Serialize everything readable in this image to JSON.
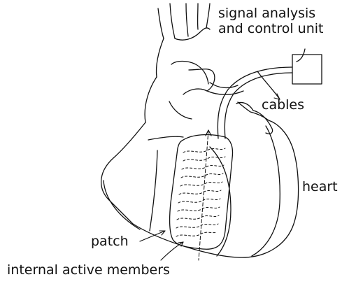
{
  "labels": {
    "signal_unit_line1": "signal analysis",
    "signal_unit_line2": "and control unit",
    "cables": "cables",
    "heart": "heart",
    "patch": "patch",
    "internal_members": "internal active members"
  },
  "colors": {
    "line": "#111111",
    "background": "#ffffff"
  }
}
